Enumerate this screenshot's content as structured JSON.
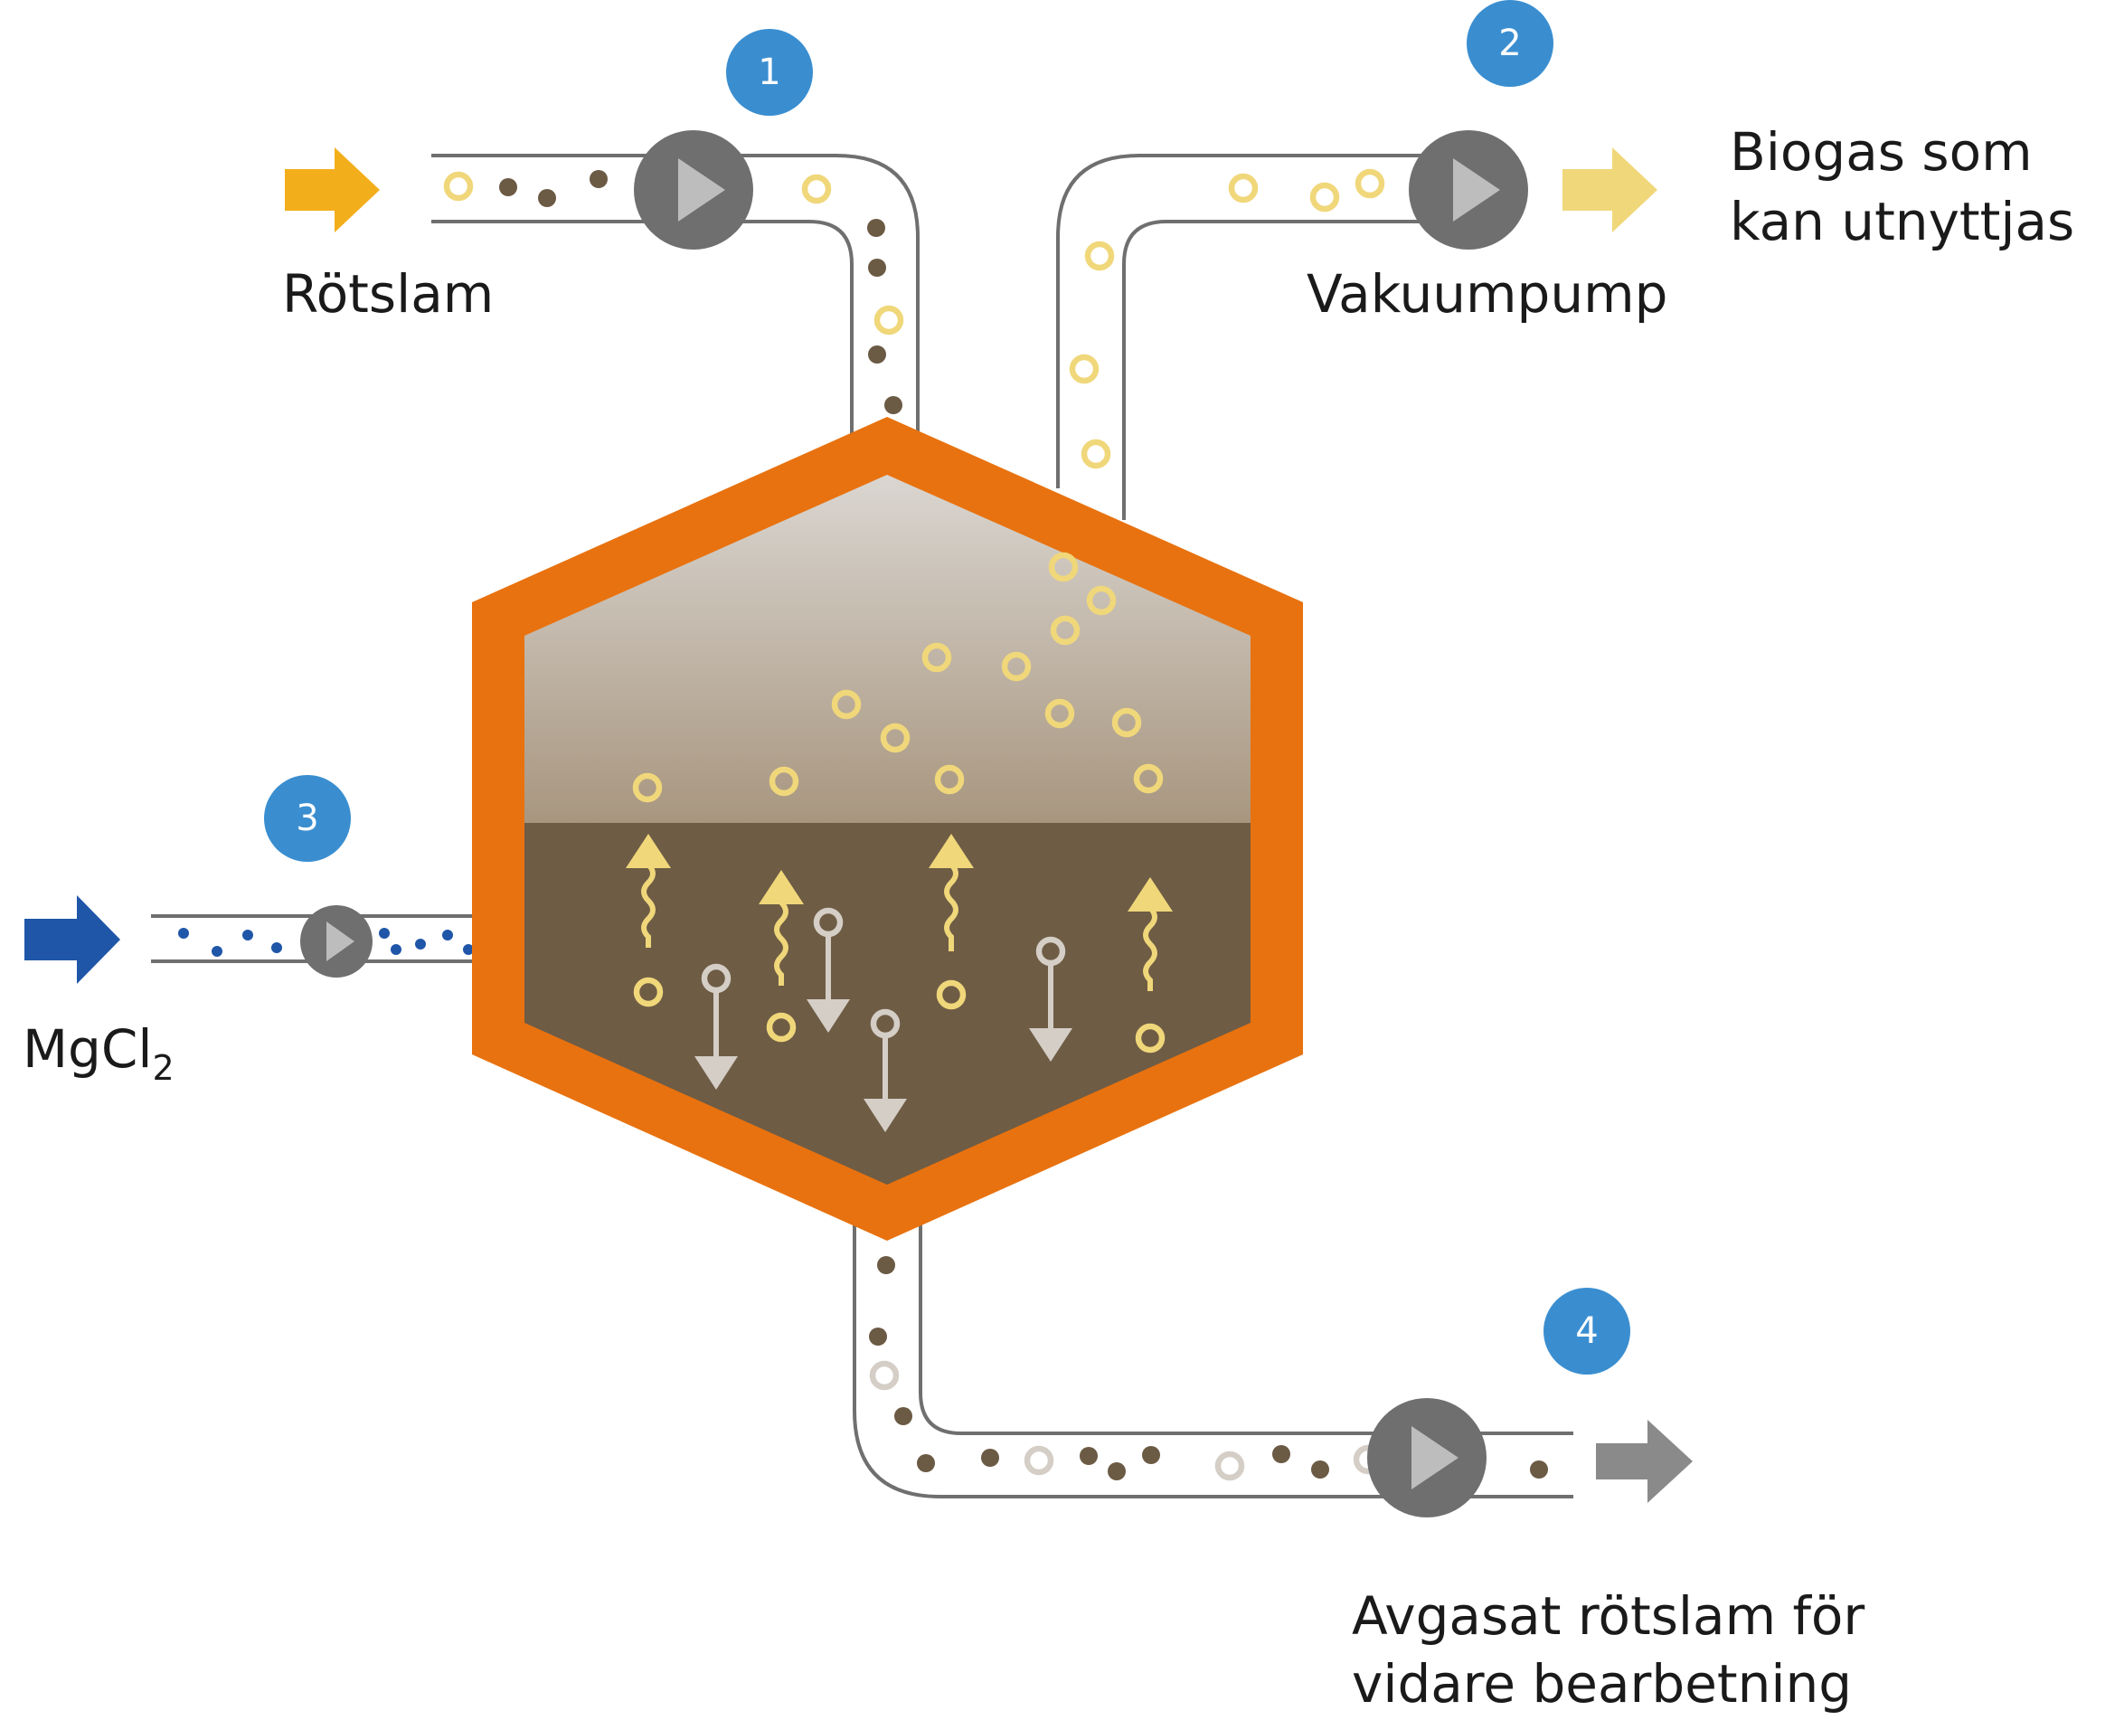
{
  "labels": {
    "inlet": "Rötslam",
    "pump": "Vakuumpump",
    "gas_line1": "Biogas som",
    "gas_line2": "kan utnyttjas",
    "mg_main": "MgCl",
    "mg_sub": "2",
    "out_line1": "Avgasat rötslam för",
    "out_line2": "vidare bearbetning"
  },
  "badges": [
    "1",
    "2",
    "3",
    "4"
  ],
  "colors": {
    "orange": "#E8720F",
    "amber_arrow": "#F3AE1C",
    "gas_yellow": "#F0D77A",
    "sludge_brown": "#6E5C45",
    "dark_dot": "#6B5A44",
    "grey_pump": "#6F6F6F",
    "pump_triangle": "#BDBDBD",
    "badge_blue": "#3A8ED0",
    "mg_blue": "#1F56A8",
    "grey_particle": "#D4CEC6",
    "out_arrow": "#8A8A8A"
  },
  "icons": {
    "pump": "pump-icon",
    "flow_arrow": "flow-arrow-icon",
    "gas_bubble": "gas-bubble-icon",
    "particle": "particle-icon"
  }
}
